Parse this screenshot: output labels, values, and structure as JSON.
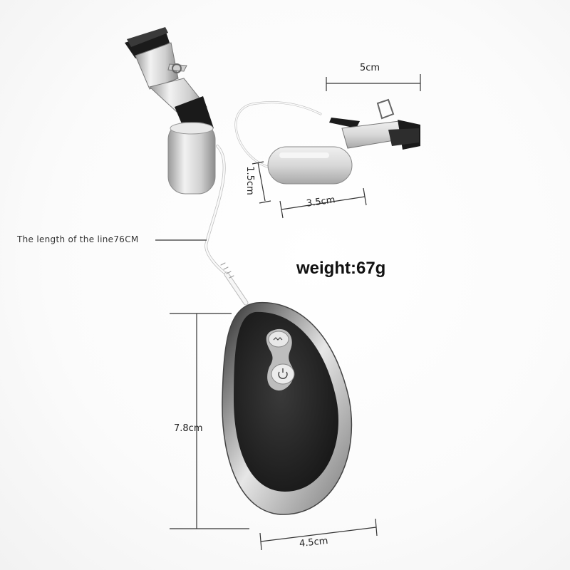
{
  "labels": {
    "line_length": "The length of the line76CM",
    "weight": "weight:67g",
    "clamp_width": "5cm",
    "bullet_diameter": "1.5cm",
    "bullet_length": "3.5cm",
    "remote_height": "7.8cm",
    "remote_width": "4.5cm"
  },
  "colors": {
    "background": "#ffffff",
    "remote_shell": "#c8c8c8",
    "remote_face": "#2a2a2a",
    "clamp_pad": "#1a1a1a",
    "bullet": "#dcdcdc",
    "cable": "#f4f4f4"
  },
  "icons": {
    "mode_button": "vibration-mode-icon",
    "power_button": "power-icon"
  }
}
